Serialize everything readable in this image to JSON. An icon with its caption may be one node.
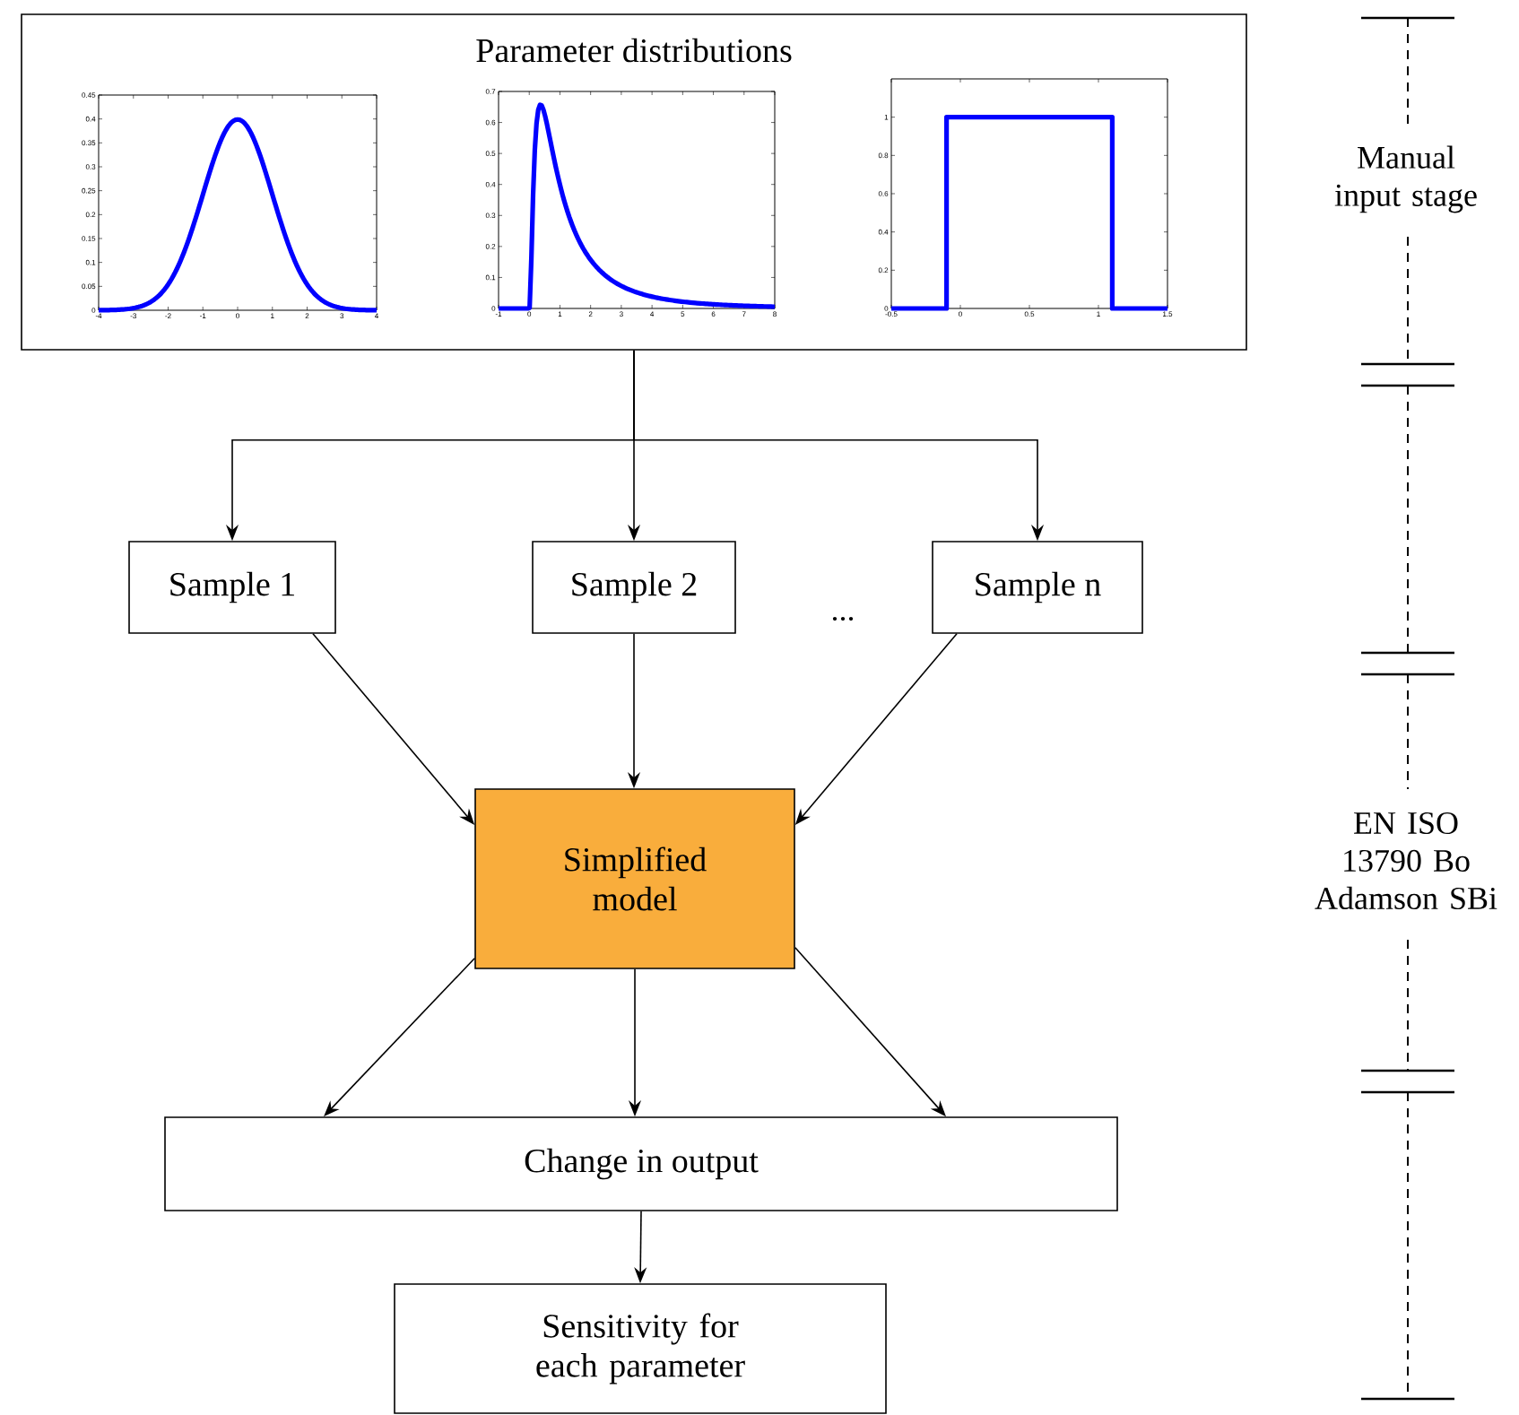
{
  "diagram": {
    "nodes": [
      {
        "text": [
          "Parameter distributions"
        ]
      },
      {
        "text": [
          "Sample 1"
        ]
      },
      {
        "text": [
          "Sample 2"
        ]
      },
      {
        "text": [
          "Sample n"
        ]
      },
      {
        "text": [
          "Simplified model"
        ]
      },
      {
        "text": [
          "Change in output"
        ]
      },
      {
        "text": [
          "Sensitivity for each parameter"
        ]
      }
    ],
    "edges": [
      {
        "from": 0,
        "to": 1,
        "arrow": "to"
      },
      {
        "from": 0,
        "to": 2,
        "arrow": "to"
      },
      {
        "from": 0,
        "to": 3,
        "arrow": "to"
      },
      {
        "from": 1,
        "to": 4,
        "arrow": "to"
      },
      {
        "from": 2,
        "to": 4,
        "arrow": "to"
      },
      {
        "from": 3,
        "to": 4,
        "arrow": "to"
      },
      {
        "from": 4,
        "to": 5,
        "arrow": "to"
      },
      {
        "from": 4,
        "to": 5,
        "arrow": "to"
      },
      {
        "from": 4,
        "to": 5,
        "arrow": "to"
      },
      {
        "from": 5,
        "to": 6,
        "arrow": "to"
      }
    ],
    "labels": [
      "0.45",
      "0.4",
      "0.35",
      "0.3",
      "0.25",
      "0.2",
      "0.15",
      "0.1",
      "0.05",
      "0",
      "-4",
      "-3",
      "-2",
      "-1",
      "0",
      "1",
      "2",
      "3",
      "4",
      "0.7",
      "0.6",
      "0.5",
      "0.4",
      "0.3",
      "0.2",
      "0.1",
      "0",
      "-1",
      "0",
      "1",
      "2",
      "3",
      "4",
      "5",
      "6",
      "7",
      "8",
      "1",
      "0.8",
      "0.6",
      "0.4",
      "0.2",
      "0",
      "-0.5",
      "0",
      "0.5",
      "1",
      "1.5",
      "Manual input stage",
      "...",
      "EN ISO 13790 Bo Adamson SBi"
    ]
  }
}
